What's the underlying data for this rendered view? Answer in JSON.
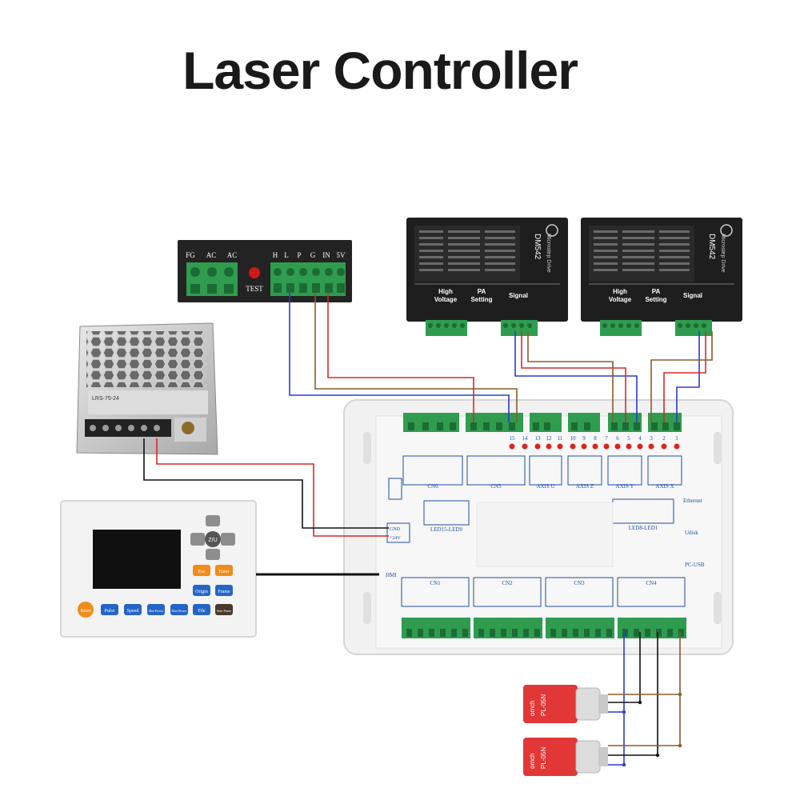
{
  "title": "Laser Controller",
  "laser_psu": {
    "labels": [
      "FG",
      "AC",
      "AC",
      "H",
      "L",
      "P",
      "G",
      "IN",
      "5V"
    ],
    "test_label": "TEST"
  },
  "drivers": [
    {
      "model": "DM542",
      "brand": "Microstep Drive",
      "sections": [
        "High\nVoltage",
        "PA\nSetting",
        "Signal"
      ]
    },
    {
      "model": "DM542",
      "brand": "Microstep Drive",
      "sections": [
        "High\nVoltage",
        "PA\nSetting",
        "Signal"
      ]
    }
  ],
  "psu24": {
    "model": "LRS-75-24"
  },
  "board": {
    "pin_numbers": [
      "15",
      "14",
      "13",
      "12",
      "11",
      "10",
      "9",
      "8",
      "7",
      "6",
      "5",
      "4",
      "3",
      "2",
      "1"
    ],
    "axis_labels": [
      "AXIS U",
      "AXIS Z",
      "AXIS Y",
      "AXIS X"
    ],
    "cn_top": [
      "CN6",
      "CN5"
    ],
    "cn_bottom": [
      "CN1",
      "CN2",
      "CN3",
      "CN4"
    ],
    "port_labels": [
      "Ethernet",
      "Udisk",
      "PC-USB",
      "HMI"
    ],
    "led_left": "LED15-LED9",
    "led_right": "LED8-LED1",
    "power_pins": [
      "GND",
      "+24V"
    ]
  },
  "hmi": {
    "buttons": [
      "Reset",
      "Pulse",
      "Speed",
      "Min-Power",
      "Max-Power",
      "File",
      "Start Pause",
      "Origin",
      "Frame",
      "Esc",
      "Enter"
    ],
    "center_label": "Z/U"
  },
  "sensors": [
    {
      "brand": "omch",
      "model": "PL-05N"
    },
    {
      "brand": "omch",
      "model": "PL-05N"
    }
  ],
  "colors": {
    "red": "#d42a2a",
    "blue": "#2b3ad6",
    "brown": "#8a5a2b",
    "black": "#111111",
    "terminal": "#2f9c4f",
    "led": "#d8261e",
    "board_label": "#1d4fa3"
  }
}
